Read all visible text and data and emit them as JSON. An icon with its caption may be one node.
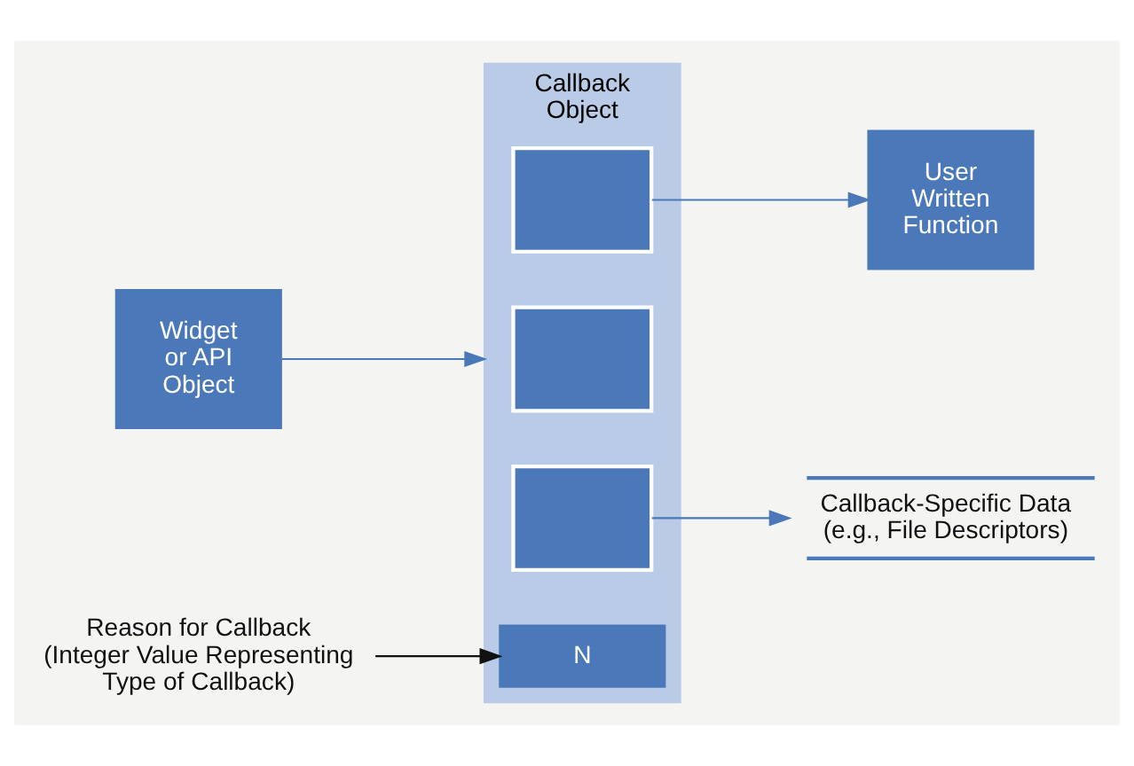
{
  "diagram": {
    "nodes": [
      {
        "text": [
          "Widget or API Object"
        ]
      },
      {
        "text": [
          "Callback Object"
        ]
      },
      {
        "text": [],
        "shape": "box",
        "in": 1
      },
      {
        "text": [],
        "shape": "box",
        "in": 1
      },
      {
        "text": [],
        "shape": "box",
        "in": 1
      },
      {
        "text": [
          "N"
        ],
        "in": 1
      },
      {
        "text": [
          "User Written Function"
        ]
      },
      {
        "text": [
          "Reason for Callback",
          "(Integer Value Representing Type of Callback)"
        ]
      },
      {
        "text": [
          "Callback-Specific Data (e.g., File Descriptors)"
        ]
      }
    ],
    "edges": [
      {
        "from": 0,
        "to": 1,
        "arrow": "to"
      },
      {
        "from": 2,
        "to": 6,
        "arrow": "to"
      },
      {
        "from": 4,
        "to": 8,
        "arrow": "to"
      },
      {
        "from": 7,
        "to": 5,
        "arrow": "to",
        "color": "#111111"
      }
    ]
  }
}
